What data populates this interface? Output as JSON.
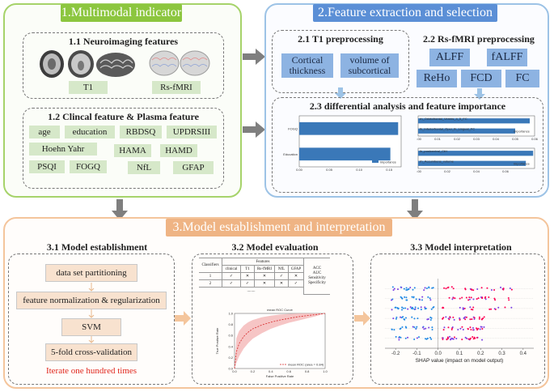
{
  "section1": {
    "title": "1.Multimodal indicator",
    "neuro": {
      "heading": "1.1 Neuroimaging features",
      "t1_label": "T1",
      "rsfmri_label": "Rs-fMRI"
    },
    "clinical": {
      "heading": "1.2 Clincal feature & Plasma feature",
      "chips": [
        "age",
        "education",
        "RBDSQ",
        "UPDRSIII",
        "Hoehn Yahr",
        "HAMA",
        "HAMD",
        "PSQI",
        "FOGQ",
        "NfL",
        "GFAP"
      ]
    }
  },
  "section2": {
    "title": "2.Feature extraction and selection",
    "t1": {
      "heading": "2.1 T1 preprocessing",
      "items": [
        "Cortical thickness",
        "volume of subcortical"
      ]
    },
    "rs": {
      "heading": "2.2 Rs-fMRI preprocessing",
      "items": [
        "ALFF",
        "fALFF",
        "ReHo",
        "FCD",
        "FC"
      ]
    },
    "diff": {
      "heading": "2.3 differential analysis and feature importance",
      "chart_data": [
        {
          "type": "bar",
          "orientation": "horizontal",
          "categories": [
            "FOGQ",
            "Education"
          ],
          "values": [
            0.165,
            0.152
          ],
          "xlim": [
            0,
            0.17
          ],
          "xticks": [
            "0.00",
            "0.05",
            "0.10",
            "0.15"
          ],
          "legend": "importance",
          "legend_position": "bottom-right",
          "color": "#3a78b8"
        },
        {
          "type": "bar",
          "orientation": "horizontal",
          "categories": [
            "rh_Orbitofrontal_Vermis_4_5_FC",
            "lh_Inferiorfrontal_Oper_lh_Lingual_FC"
          ],
          "values": [
            0.0575,
            0.05
          ],
          "xlim": [
            0,
            0.06
          ],
          "xticks": [
            "0.00",
            "0.01",
            "0.02",
            "0.03",
            "0.04",
            "0.05",
            "0.06"
          ],
          "legend": "importance",
          "legend_position": "bottom-right",
          "color": "#3a78b8"
        },
        {
          "type": "bar",
          "orientation": "horizontal",
          "categories": [
            "lh_postcentral_CtH",
            "rh_Accumbens_volume"
          ],
          "values": [
            0.079,
            0.074
          ],
          "xlim": [
            0,
            0.08
          ],
          "xticks": [
            "0.00",
            "0.02",
            "0.04",
            "0.06"
          ],
          "legend": "importance",
          "legend_position": "bottom-right",
          "color": "#3a78b8"
        }
      ]
    }
  },
  "section3": {
    "title": "3.Model establishment and interpretation",
    "establishment": {
      "heading": "3.1 Model establishment",
      "steps": [
        "data set partitioning",
        "feature normalization & regularization",
        "SVM",
        "5-fold cross-validation"
      ],
      "note": "Iterate one hundred times",
      "note_color": "#e0261c"
    },
    "evaluation": {
      "heading": "3.2 Model evaluation",
      "table": {
        "col_classifiers": "Classifiers",
        "col_features": "Features",
        "feature_headers": [
          "clinical",
          "T1",
          "Rs-fMRI",
          "NfL",
          "GFAP"
        ],
        "rows": [
          {
            "name": "1",
            "cells": [
              "✓",
              "✕",
              "✕",
              "✓",
              "✕"
            ]
          },
          {
            "name": "2",
            "cells": [
              "✓",
              "✓",
              "✕",
              "✕",
              "✓"
            ]
          }
        ],
        "ellipsis": "........",
        "metrics": [
          "ACC",
          "AUC",
          "Sensitivity",
          "Specificity"
        ]
      },
      "roc": {
        "chart_data": {
          "type": "line",
          "title": "mean ROC Curve",
          "xlabel": "False Positive Rate",
          "ylabel": "True Positive Rate",
          "xlim": [
            0,
            1
          ],
          "ylim": [
            0,
            1
          ],
          "xticks": [
            "0.0",
            "0.2",
            "0.4",
            "0.6",
            "0.8",
            "1.0"
          ],
          "yticks": [
            "0.0",
            "0.2",
            "0.4",
            "0.6",
            "0.8",
            "1.0"
          ],
          "series": [
            {
              "name": "mean ROC (area = 0.84)",
              "x": [
                0,
                0.02,
                0.05,
                0.1,
                0.15,
                0.2,
                0.3,
                0.4,
                0.5,
                0.6,
                0.7,
                0.8,
                0.9,
                1.0
              ],
              "y": [
                0,
                0.3,
                0.45,
                0.58,
                0.66,
                0.72,
                0.79,
                0.84,
                0.88,
                0.91,
                0.94,
                0.96,
                0.98,
                1.0
              ],
              "lower": [
                0,
                0.1,
                0.22,
                0.36,
                0.46,
                0.54,
                0.64,
                0.72,
                0.78,
                0.83,
                0.87,
                0.91,
                0.95,
                1.0
              ],
              "upper": [
                0,
                0.55,
                0.68,
                0.78,
                0.84,
                0.88,
                0.93,
                0.96,
                0.98,
                0.99,
                1.0,
                1.0,
                1.0,
                1.0
              ],
              "color": "#d62728",
              "band_color": "#f4b6b6"
            }
          ],
          "legend_position": "bottom-right"
        }
      }
    },
    "interpretation": {
      "heading": "3.3 Model interpretation",
      "chart_data": {
        "type": "scatter",
        "xlabel": "SHAP value (impact on model output)",
        "xlim": [
          -0.25,
          0.45
        ],
        "xticks": [
          "-0.2",
          "-0.1",
          "0.0",
          "0.1",
          "0.2",
          "0.3",
          "0.4"
        ],
        "rows": 6,
        "colors": [
          "#1e88e5",
          "#7b3fe4",
          "#ff0052"
        ]
      }
    }
  },
  "colors": {
    "green_panel": "#8cc63f",
    "blue_panel": "#6ca0d8",
    "orange_panel": "#f0b27a",
    "arrow_gray": "#7f7f7f",
    "arrow_orange": "#f4c59c",
    "arrow_blue": "#9dc3e6"
  }
}
